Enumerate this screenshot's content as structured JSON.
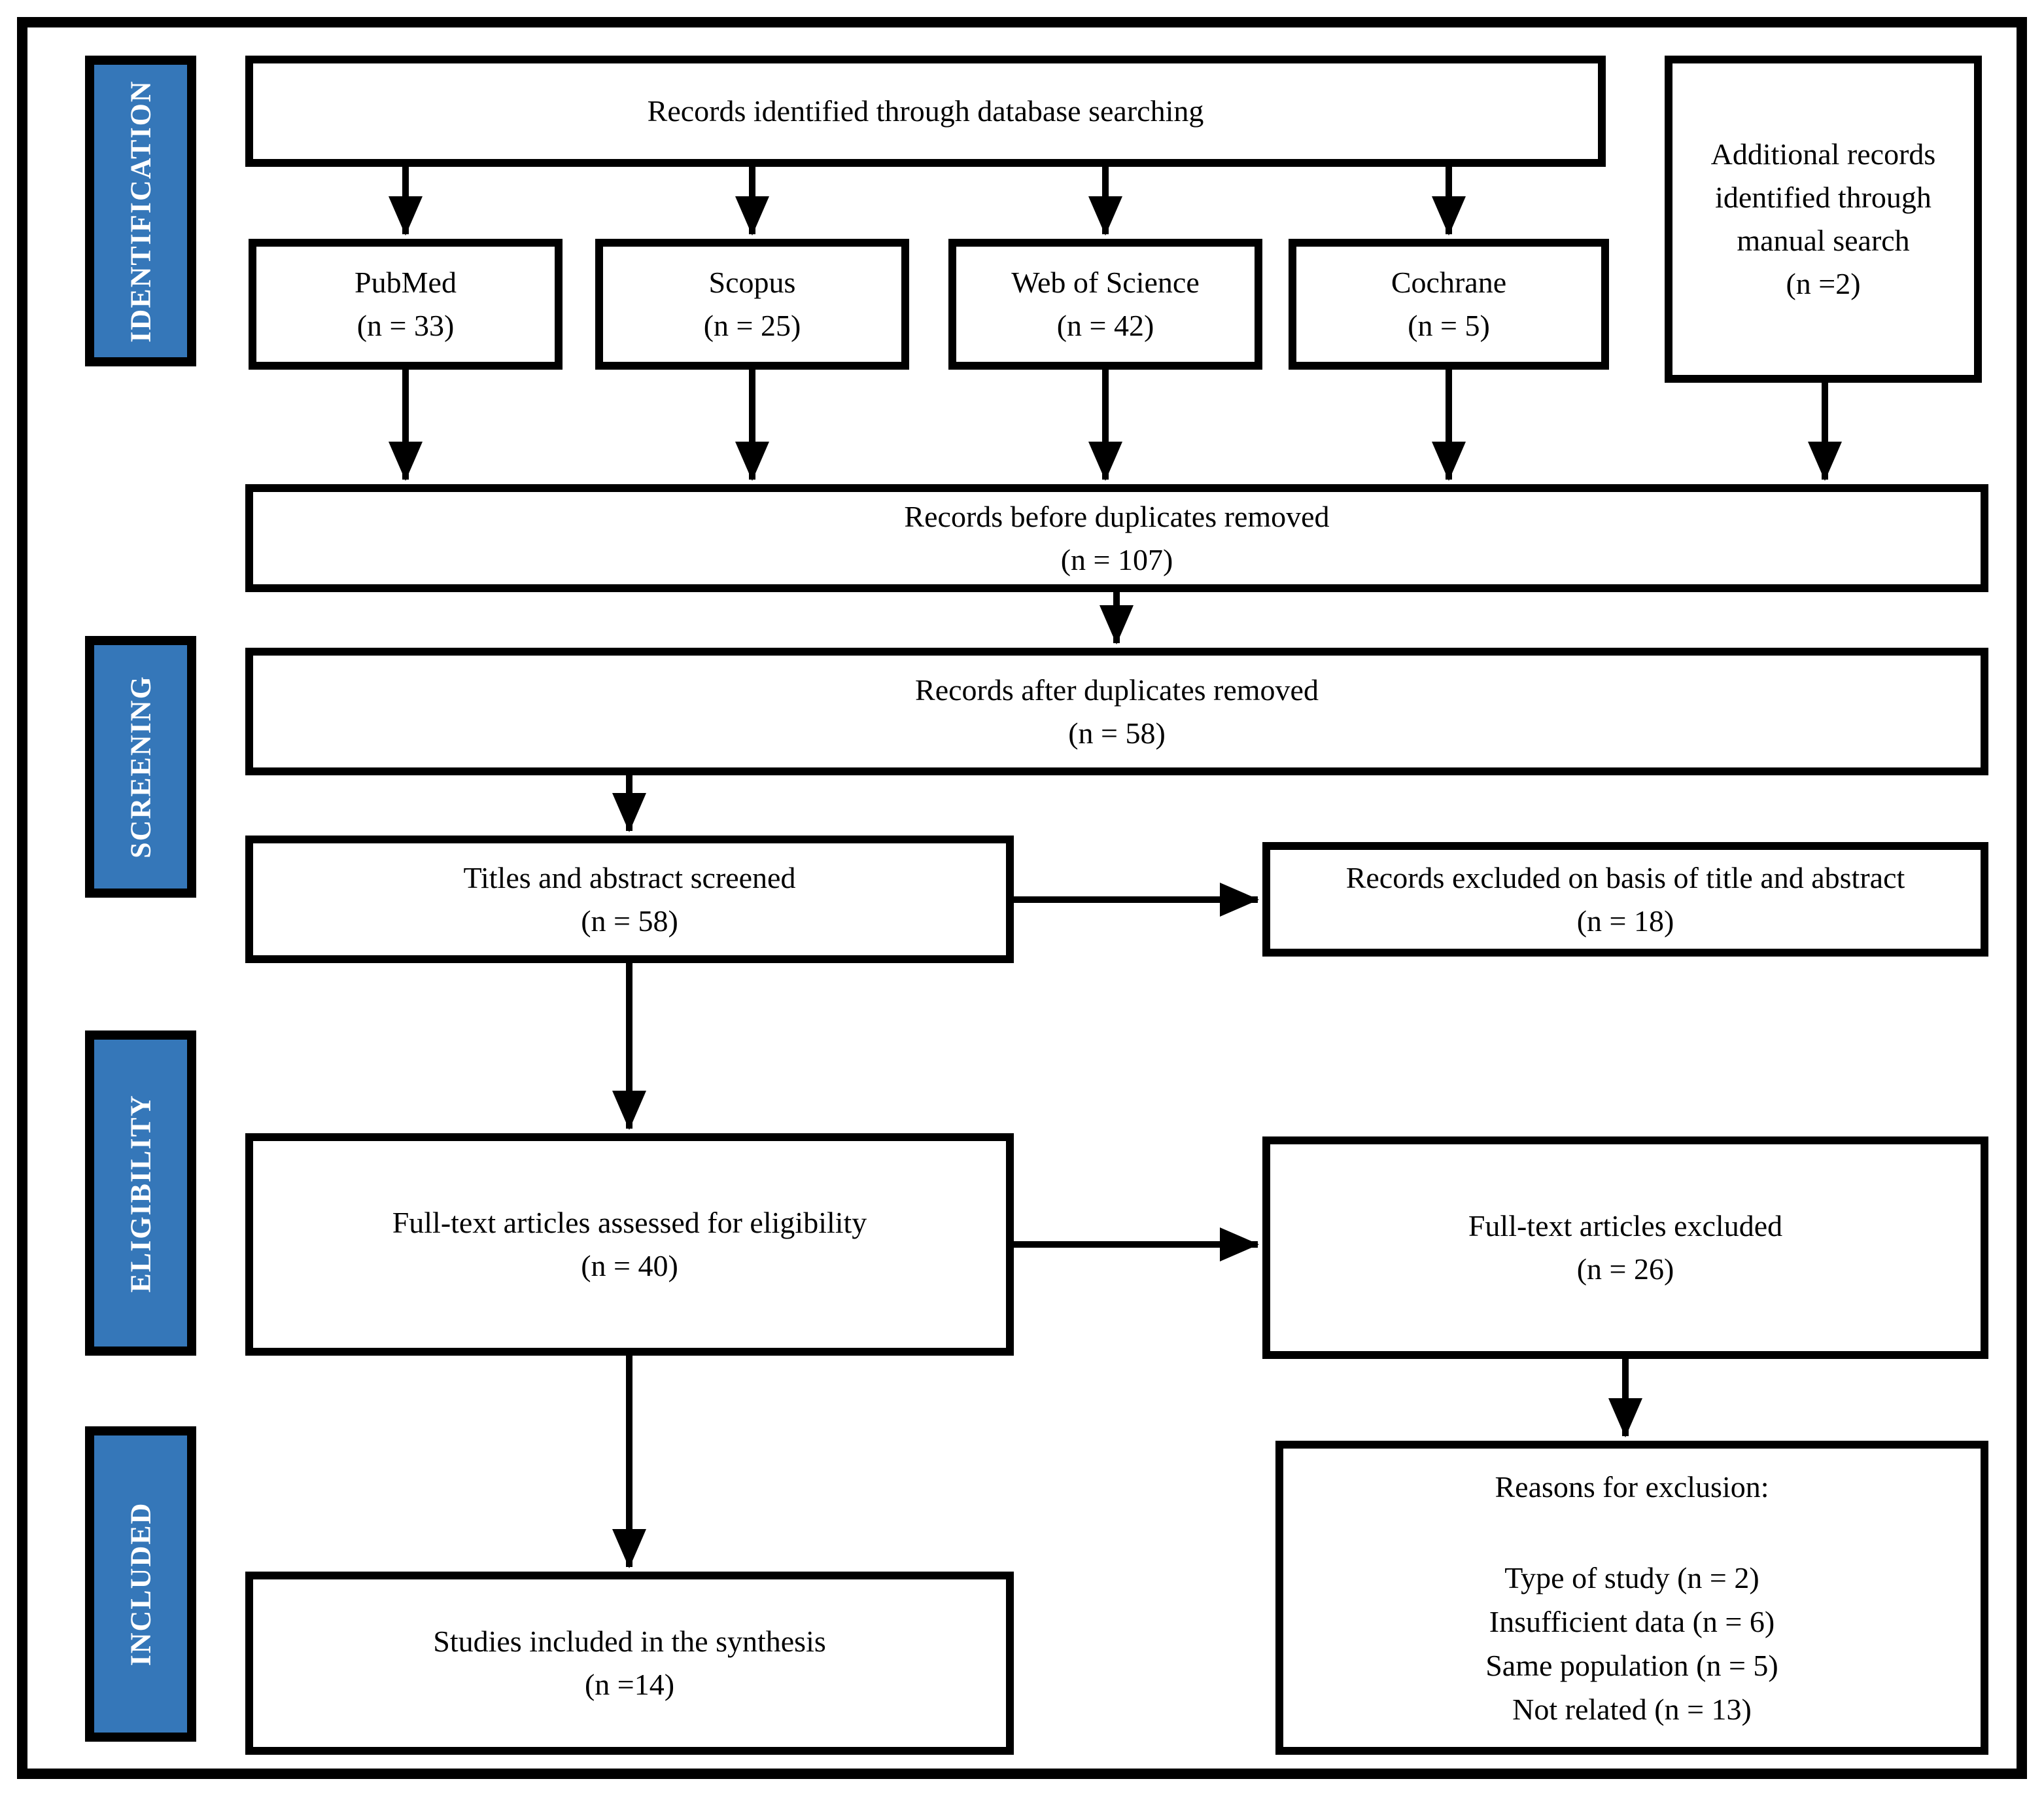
{
  "diagram_title": "PRISMA study selection flow diagram",
  "colors": {
    "sidebar_blue": "#3577B9",
    "box_border": "#000000",
    "background": "#FFFFFF",
    "stage_label_text": "#FFFFFF"
  },
  "sidebar": {
    "identification": "IDENTIFICATION",
    "screening": "SCREENING",
    "eligibility": "ELIGIBILITY",
    "included": "INCLUDED"
  },
  "boxes": {
    "db_search": {
      "text": "Records identified through database searching"
    },
    "pubmed": {
      "name": "PubMed",
      "count": "(n = 33)"
    },
    "scopus": {
      "name": "Scopus",
      "count": "(n = 25)"
    },
    "wos": {
      "name": "Web of Science",
      "count": "(n = 42)"
    },
    "cochrane": {
      "name": "Cochrane",
      "count": "(n = 5)"
    },
    "additional": {
      "line1": "Additional records",
      "line2": "identified through",
      "line3": "manual search",
      "line4": "(n =2)"
    },
    "before_dupes": {
      "text": "Records before duplicates removed",
      "count": "(n = 107)"
    },
    "after_dupes": {
      "text": "Records after duplicates removed",
      "count": "(n = 58)"
    },
    "titles_screened": {
      "text": "Titles and abstract screened",
      "count": "(n = 58)"
    },
    "records_excluded": {
      "text": "Records excluded on basis of title and abstract",
      "count": "(n = 18)"
    },
    "fulltext_assessed": {
      "text": "Full-text articles assessed for eligibility",
      "count": "(n = 40)"
    },
    "fulltext_excluded": {
      "text": "Full-text articles excluded",
      "count": "(n = 26)"
    },
    "included_studies": {
      "text": "Studies included in the synthesis",
      "count": "(n =14)"
    },
    "reasons": {
      "title": "Reasons for exclusion:",
      "items": [
        "Type of study (n = 2)",
        "Insufficient data (n = 6)",
        "Same population (n = 5)",
        "Not related (n = 13)"
      ]
    }
  }
}
